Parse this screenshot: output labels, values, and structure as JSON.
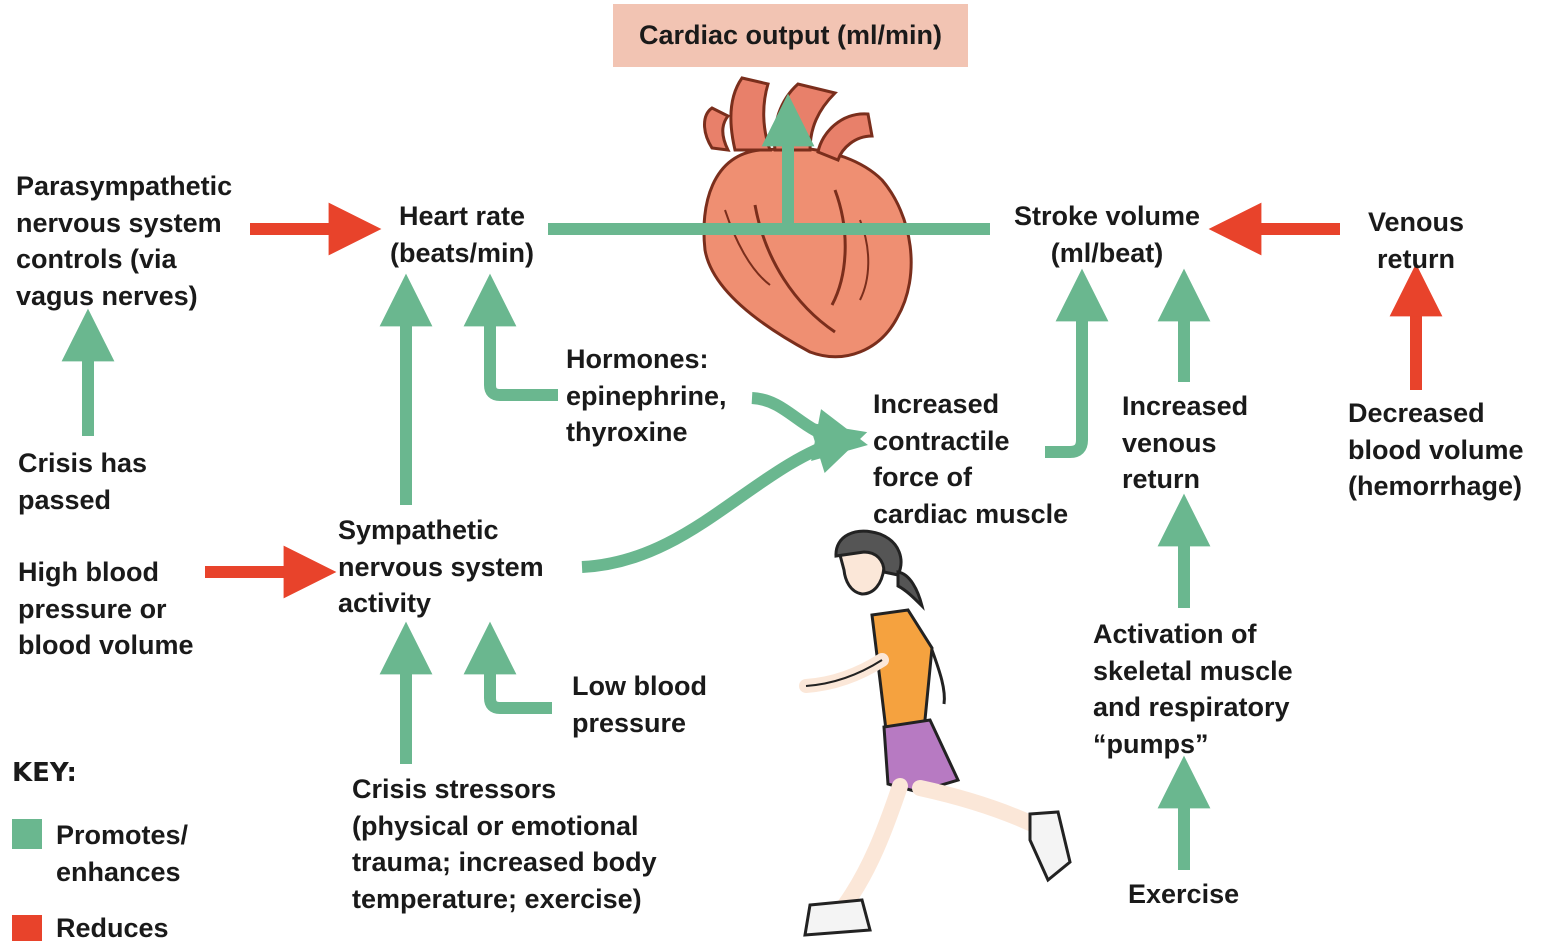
{
  "colors": {
    "promotes": "#6ab78f",
    "reduces": "#e8432b",
    "output_box": "#f2c4b3",
    "heart": "#ef8f72",
    "shirt": "#f5a23f",
    "shorts": "#b77ac2"
  },
  "icons": {
    "heart": "heart-illustration",
    "runner": "runner-illustration"
  },
  "output": "Cardiac output (ml/min)",
  "nodes": {
    "heart_rate": "Heart rate\n(beats/min)",
    "stroke_volume": "Stroke volume\n(ml/beat)",
    "parasympathetic": "Parasympathetic\nnervous system\ncontrols (via\nvagus nerves)",
    "venous_return": "Venous\nreturn",
    "hormones": "Hormones:\nepinephrine,\nthyroxine",
    "contractile": "Increased\ncontractile\nforce of\ncardiac muscle",
    "increased_venous": "Increased\nvenous\nreturn",
    "decreased_blood": "Decreased\nblood volume\n(hemorrhage)",
    "crisis_passed": "Crisis has\npassed",
    "sympathetic": "Sympathetic\nnervous system\nactivity",
    "high_bp": "High blood\npressure or\nblood volume",
    "low_bp": "Low blood\npressure",
    "skeletal": "Activation of\nskeletal muscle\nand respiratory\n“pumps”",
    "crisis_stressors": "Crisis stressors\n(physical or emotional\ntrauma; increased body\ntemperature; exercise)",
    "exercise": "Exercise"
  },
  "key": {
    "title": "KEY:",
    "promotes": "Promotes/\nenhances",
    "reduces": "Reduces"
  }
}
